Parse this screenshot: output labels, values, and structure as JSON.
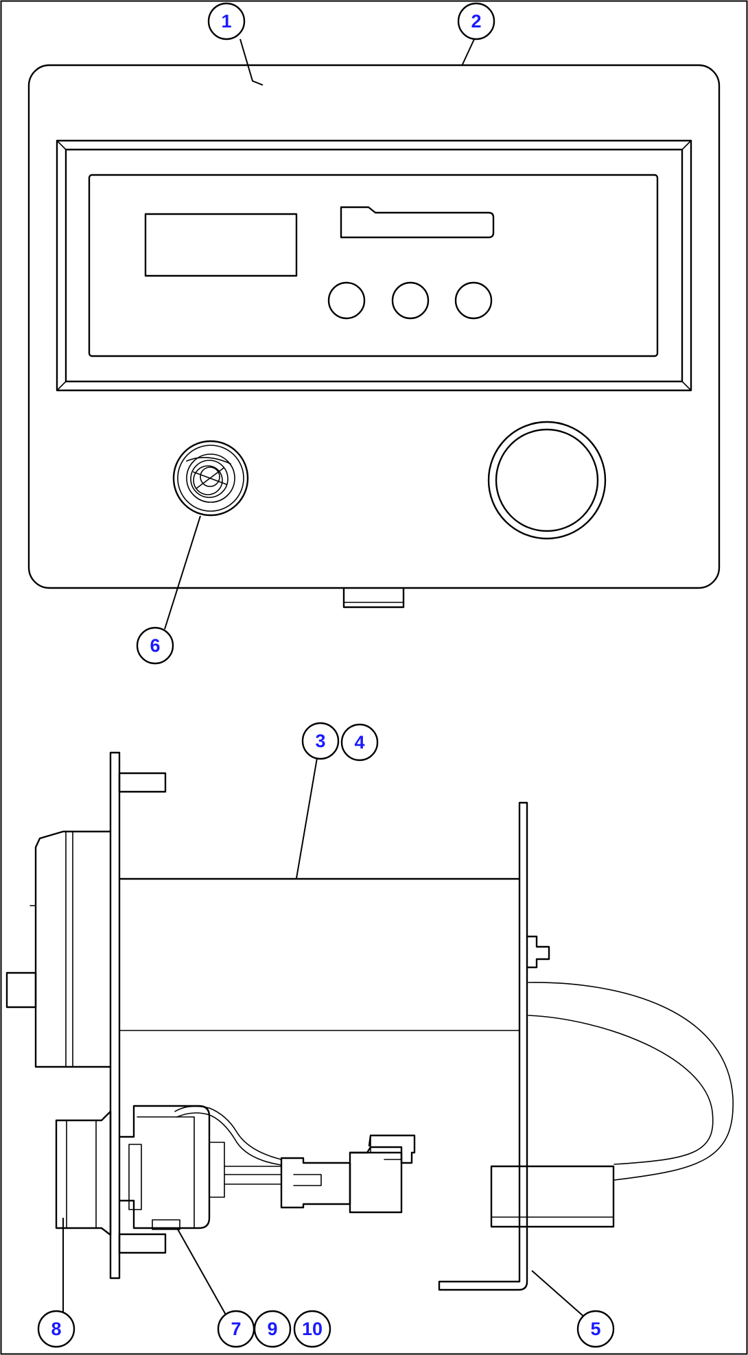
{
  "callouts": {
    "c1": "1",
    "c2": "2",
    "c3": "3",
    "c4": "4",
    "c5": "5",
    "c6": "6",
    "c7": "7",
    "c8": "8",
    "c9": "9",
    "c10": "10"
  },
  "colors": {
    "line": "#000000",
    "callout_text": "#1a1aff",
    "background": "#ffffff"
  }
}
